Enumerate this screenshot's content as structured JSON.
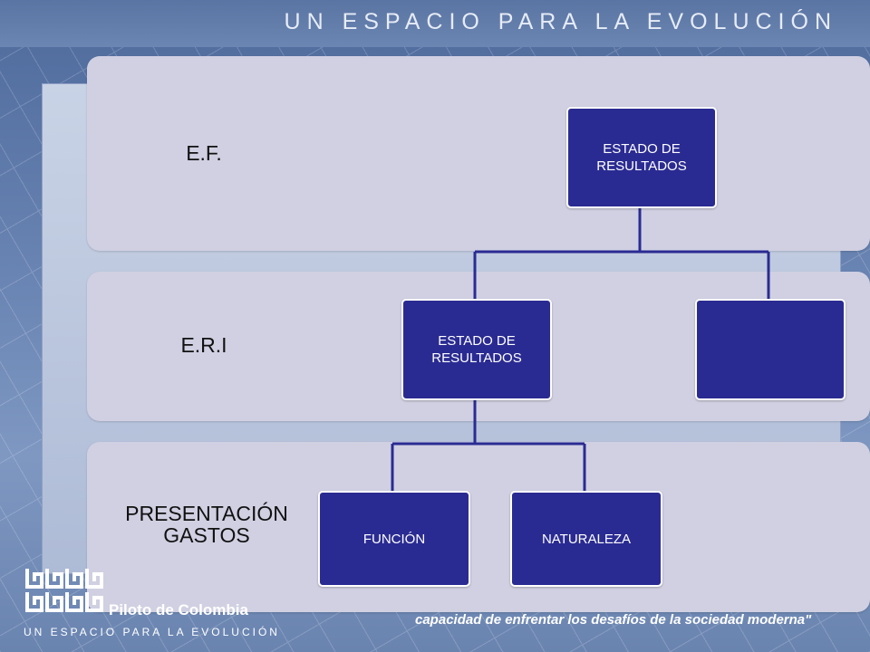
{
  "header": {
    "title": "UN ESPACIO PARA LA EVOLUCIÓN"
  },
  "bands": {
    "ef_label": "E.F.",
    "eri_label": "E.R.I",
    "gastos_label_line1": "PRESENTACIÓN",
    "gastos_label_line2": "GASTOS"
  },
  "nodes": {
    "root_line1": "ESTADO DE",
    "root_line2": "RESULTADOS",
    "mid_line1": "ESTADO DE",
    "mid_line2": "RESULTADOS",
    "blank": "",
    "funcion": "FUNCIÓN",
    "naturaleza": "NATURALEZA"
  },
  "footer": {
    "brand": "Piloto de Colombia",
    "tagline": "UN ESPACIO PARA LA EVOLUCIÓN",
    "slogan": "capacidad de enfrentar los desafíos de la sociedad moderna\""
  },
  "colors": {
    "node_fill": "#2a2b92",
    "band_fill": "#d0d0e2",
    "connector": "#2a2b92"
  }
}
